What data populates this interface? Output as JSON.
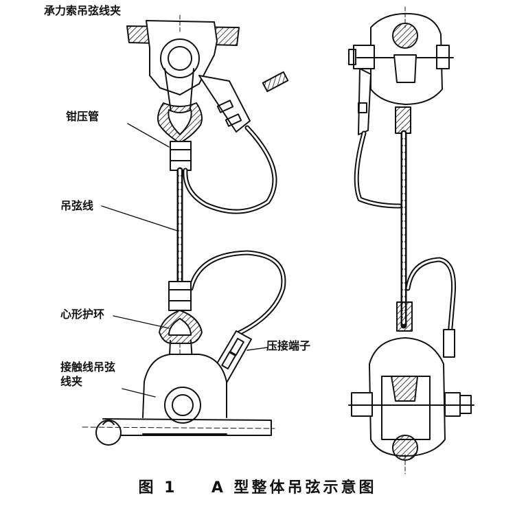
{
  "labels": {
    "messenger_clamp": "承力索吊弦线夹",
    "crimp_tube": "钳压管",
    "dropper_wire": "吊弦线",
    "heart_thimble": "心形护环",
    "contact_clamp": "接触线吊弦线夹",
    "crimp_terminal": "压接端子"
  },
  "caption": {
    "figure_no": "图 1",
    "title": "A 型整体吊弦示意图"
  },
  "colors": {
    "ink": "#111111",
    "background": "#ffffff"
  }
}
